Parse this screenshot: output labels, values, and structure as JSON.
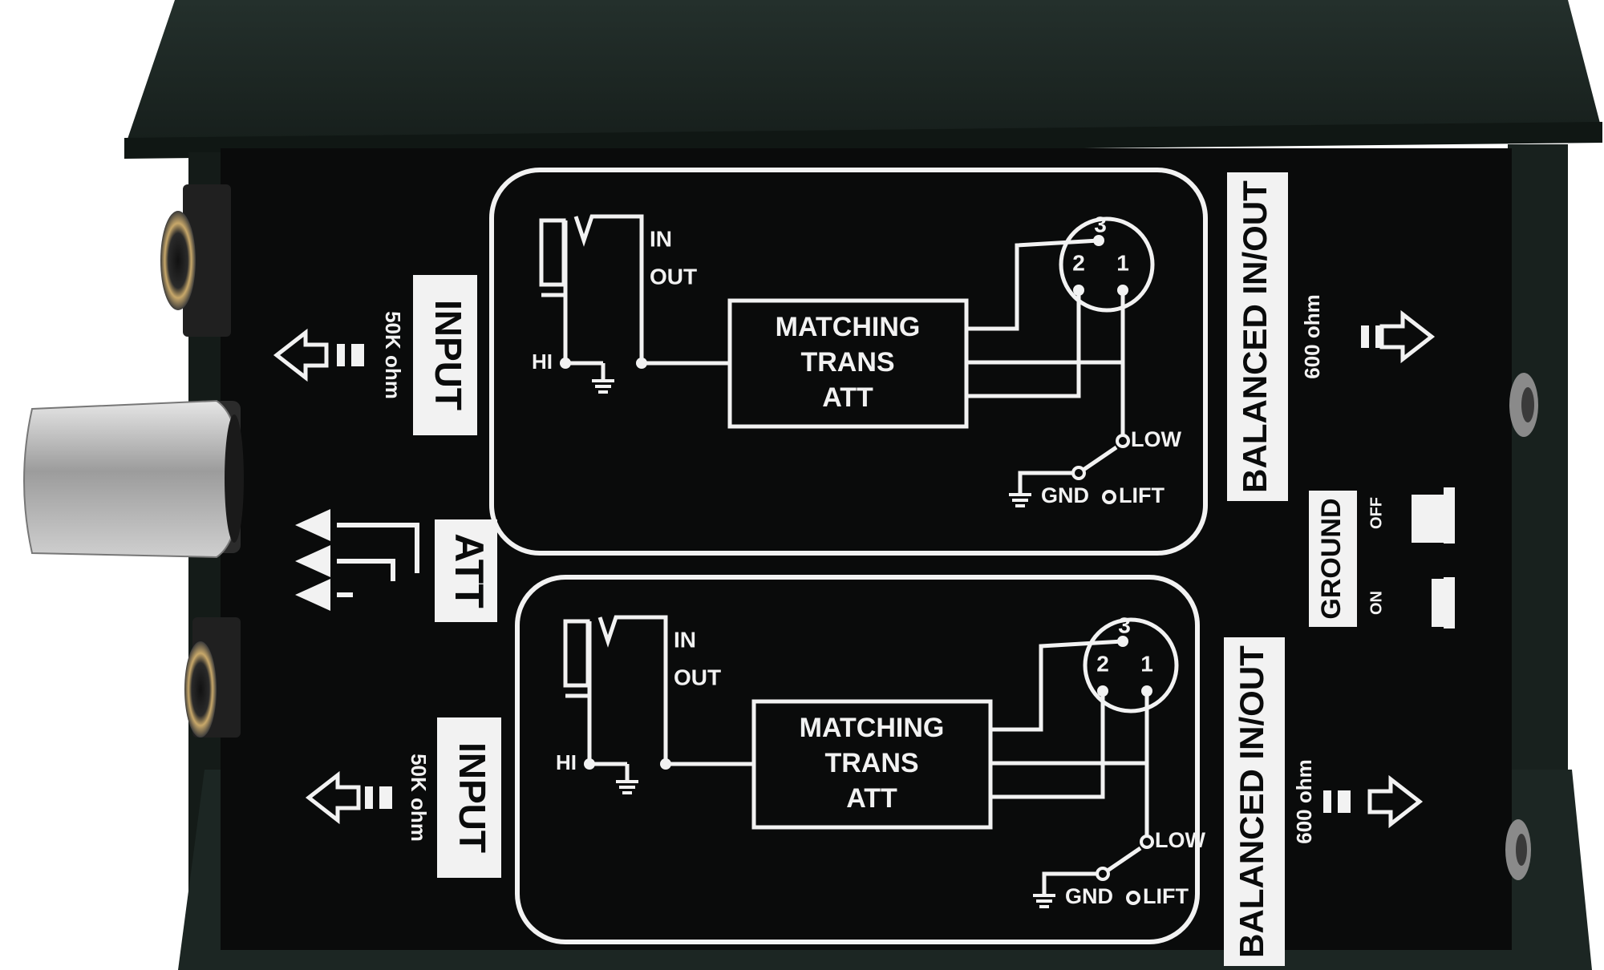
{
  "colors": {
    "background": "#ffffff",
    "panel": "#0a0b0b",
    "chassis": "#1b2522",
    "chassis_edge": "#0f1513",
    "print": "#f2f2f2",
    "metal": "#b9b9b9"
  },
  "channels": [
    {
      "input_label": "INPUT",
      "input_impedance": "50K ohm",
      "jack_in": "IN",
      "jack_out": "OUT",
      "hi_label": "HI",
      "block_lines": [
        "MATCHING",
        "TRANS",
        "ATT"
      ],
      "xlr_pins": [
        "3",
        "2",
        "1"
      ],
      "switch_low": "LOW",
      "switch_gnd": "GND",
      "switch_lift": "LIFT",
      "balanced_label": "BALANCED IN/OUT",
      "balanced_impedance": "600 ohm"
    },
    {
      "input_label": "INPUT",
      "input_impedance": "50K ohm",
      "jack_in": "IN",
      "jack_out": "OUT",
      "hi_label": "HI",
      "block_lines": [
        "MATCHING",
        "TRANS",
        "ATT"
      ],
      "xlr_pins": [
        "3",
        "2",
        "1"
      ],
      "switch_low": "LOW",
      "switch_gnd": "GND",
      "switch_lift": "LIFT",
      "balanced_label": "BALANCED IN/OUT",
      "balanced_impedance": "600 ohm"
    }
  ],
  "att_label": "ATT",
  "ground": {
    "label": "GROUND",
    "off": "OFF",
    "on": "ON"
  },
  "icons": [
    "arrow-left-icon",
    "arrow-right-icon",
    "ground-symbol-icon",
    "attenuator-steps-icon",
    "ground-switch-icon"
  ]
}
